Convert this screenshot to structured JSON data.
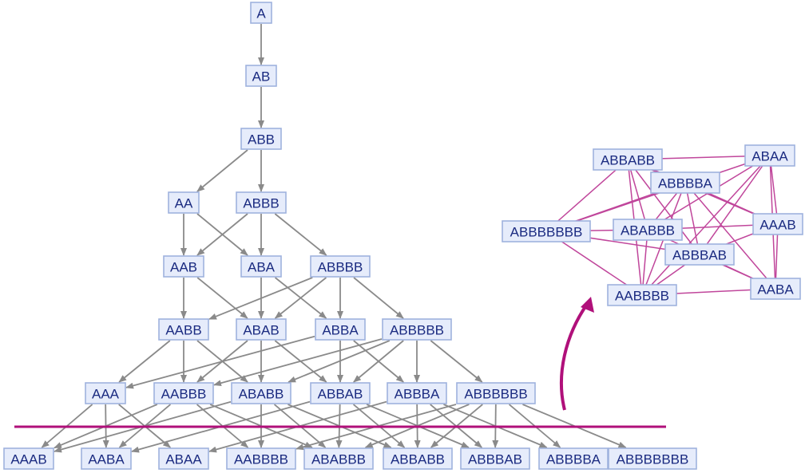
{
  "diagram": {
    "tree_levels": [
      [
        "A"
      ],
      [
        "AB"
      ],
      [
        "ABB"
      ],
      [
        "AA",
        "ABBB"
      ],
      [
        "AAB",
        "ABA",
        "ABBBB"
      ],
      [
        "AABB",
        "ABAB",
        "ABBA",
        "ABBBBB"
      ],
      [
        "AAA",
        "AABBB",
        "ABABB",
        "ABBAB",
        "ABBBA",
        "ABBBBBB"
      ],
      [
        "AAAB",
        "AABA",
        "ABAA",
        "AABBBB",
        "ABABBB",
        "ABBABB",
        "ABBBAB",
        "ABBBBA",
        "ABBBBBBB"
      ]
    ],
    "tree_edges": [
      [
        "A",
        "AB"
      ],
      [
        "AB",
        "ABB"
      ],
      [
        "ABB",
        "AA"
      ],
      [
        "ABB",
        "ABBB"
      ],
      [
        "AA",
        "AAB"
      ],
      [
        "AA",
        "ABA"
      ],
      [
        "ABBB",
        "AAB"
      ],
      [
        "ABBB",
        "ABA"
      ],
      [
        "ABBB",
        "ABBBB"
      ],
      [
        "AAB",
        "AABB"
      ],
      [
        "AAB",
        "ABAB"
      ],
      [
        "ABA",
        "ABAB"
      ],
      [
        "ABA",
        "ABBA"
      ],
      [
        "ABBBB",
        "AABB"
      ],
      [
        "ABBBB",
        "ABAB"
      ],
      [
        "ABBBB",
        "ABBA"
      ],
      [
        "ABBBB",
        "ABBBBB"
      ],
      [
        "AABB",
        "AAA"
      ],
      [
        "AABB",
        "AABBB"
      ],
      [
        "AABB",
        "ABABB"
      ],
      [
        "ABAB",
        "AABBB"
      ],
      [
        "ABAB",
        "ABABB"
      ],
      [
        "ABAB",
        "ABBAB"
      ],
      [
        "ABBA",
        "AAA"
      ],
      [
        "ABBA",
        "ABBAB"
      ],
      [
        "ABBA",
        "ABBBA"
      ],
      [
        "ABBBBB",
        "AABBB"
      ],
      [
        "ABBBBB",
        "ABABB"
      ],
      [
        "ABBBBB",
        "ABBAB"
      ],
      [
        "ABBBBB",
        "ABBBA"
      ],
      [
        "ABBBBB",
        "ABBBBBB"
      ],
      [
        "AAA",
        "AAAB"
      ],
      [
        "AAA",
        "AABA"
      ],
      [
        "AAA",
        "ABAA"
      ],
      [
        "AABBB",
        "AAAB"
      ],
      [
        "AABBB",
        "AABA"
      ],
      [
        "AABBB",
        "AABBBB"
      ],
      [
        "AABBB",
        "ABABBB"
      ],
      [
        "ABABB",
        "AAAB"
      ],
      [
        "ABABB",
        "AABBBB"
      ],
      [
        "ABABB",
        "ABABBB"
      ],
      [
        "ABABB",
        "ABBABB"
      ],
      [
        "ABBAB",
        "AABA"
      ],
      [
        "ABBAB",
        "ABABBB"
      ],
      [
        "ABBAB",
        "ABBABB"
      ],
      [
        "ABBAB",
        "ABBBAB"
      ],
      [
        "ABBBA",
        "ABAA"
      ],
      [
        "ABBBA",
        "ABBABB"
      ],
      [
        "ABBBA",
        "ABBBAB"
      ],
      [
        "ABBBA",
        "ABBBBA"
      ],
      [
        "ABBBBBB",
        "AABBBB"
      ],
      [
        "ABBBBBB",
        "ABABBB"
      ],
      [
        "ABBBBBB",
        "ABBABB"
      ],
      [
        "ABBBBBB",
        "ABBBAB"
      ],
      [
        "ABBBBBB",
        "ABBBBA"
      ],
      [
        "ABBBBBB",
        "ABBBBBBB"
      ]
    ],
    "graph_nodes": [
      "ABBABB",
      "ABAA",
      "ABBBBA",
      "ABBBBBBB",
      "ABABBB",
      "AAAB",
      "ABBBAB",
      "AABBBB",
      "AABA"
    ],
    "graph_edges": [
      [
        "ABBABB",
        "ABAA"
      ],
      [
        "ABBABB",
        "ABBBBA"
      ],
      [
        "ABBABB",
        "ABABBB"
      ],
      [
        "ABBABB",
        "ABBBAB"
      ],
      [
        "ABBABB",
        "AABBBB"
      ],
      [
        "ABBABB",
        "AAAB"
      ],
      [
        "ABBABB",
        "ABBBBBBB"
      ],
      [
        "ABAA",
        "ABBBBBBB"
      ],
      [
        "ABAA",
        "ABABBB"
      ],
      [
        "ABAA",
        "ABBBAB"
      ],
      [
        "ABAA",
        "AABBBB"
      ],
      [
        "ABAA",
        "AAAB"
      ],
      [
        "ABAA",
        "AABA"
      ],
      [
        "ABBBBA",
        "ABBBBBBB"
      ],
      [
        "ABBBBA",
        "ABABBB"
      ],
      [
        "ABBBBA",
        "ABBBAB"
      ],
      [
        "ABBBBA",
        "AABBBB"
      ],
      [
        "ABBBBA",
        "AAAB"
      ],
      [
        "ABBBBA",
        "AABA"
      ],
      [
        "ABBBBBBB",
        "ABABBB"
      ],
      [
        "ABBBBBBB",
        "AABBBB"
      ],
      [
        "ABBBBBBB",
        "ABBBAB"
      ],
      [
        "ABABBB",
        "AAAB"
      ],
      [
        "ABABBB",
        "AABBBB"
      ],
      [
        "ABABBB",
        "AABA"
      ],
      [
        "ABBBAB",
        "AAAB"
      ],
      [
        "ABBBAB",
        "AABBBB"
      ],
      [
        "ABBBAB",
        "AABA"
      ],
      [
        "AABBBB",
        "AABA"
      ],
      [
        "AAAB",
        "AABA"
      ]
    ]
  }
}
